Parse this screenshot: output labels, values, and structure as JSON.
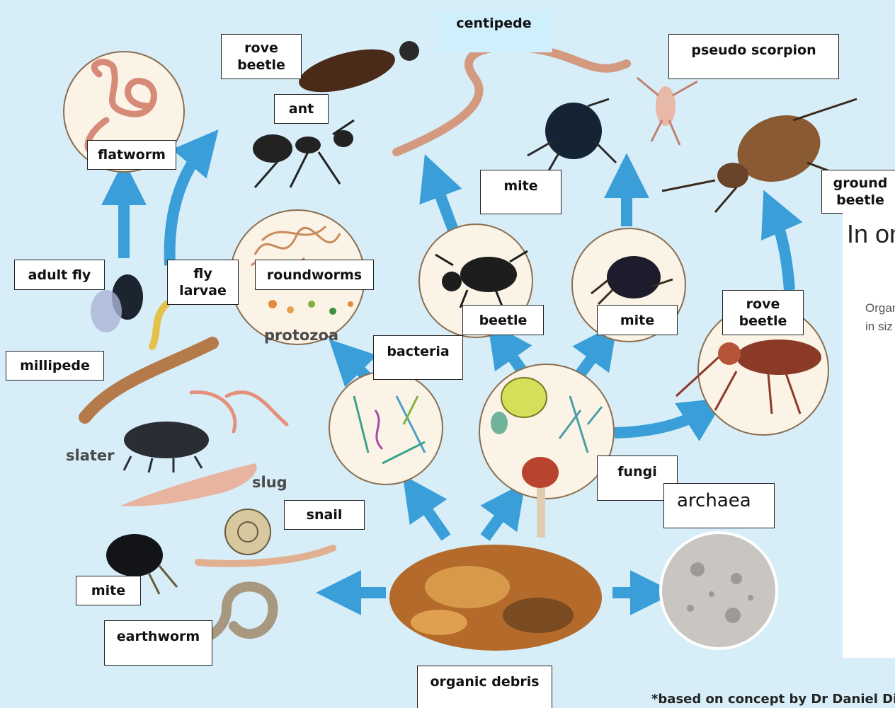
{
  "diagram": {
    "header_label": "centipede",
    "boxes": {
      "rove_beetle_top": "rove\nbeetle",
      "ant": "ant",
      "pseudo_scorpion": "pseudo scorpion",
      "flatworm": "flatworm",
      "mite_top": "mite",
      "ground_beetle": "ground\nbeetle",
      "adult_fly": "adult fly",
      "fly_larvae": "fly\nlarvae",
      "roundworms": "roundworms",
      "beetle": "beetle",
      "mite_mid": "mite",
      "rove_beetle_right": "rove\nbeetle",
      "bacteria": "bacteria",
      "millipede": "millipede",
      "fungi": "fungi",
      "archaea": "archaea",
      "snail": "snail",
      "mite_bottom": "mite",
      "earthworm": "earthworm",
      "organic_debris": "organic debris"
    },
    "image_labels": {
      "protozoa": "protozoa",
      "slater": "slater",
      "slug": "slug"
    },
    "side_panel": {
      "big_text": "In one",
      "small_line1": "Organ",
      "small_line2": "in siz"
    },
    "footnote": "*based on concept by Dr Daniel Dine",
    "colors": {
      "background": "#d7eef8",
      "arrow": "#3a9fd8",
      "bubble_fill": "#fbf3e6"
    }
  }
}
